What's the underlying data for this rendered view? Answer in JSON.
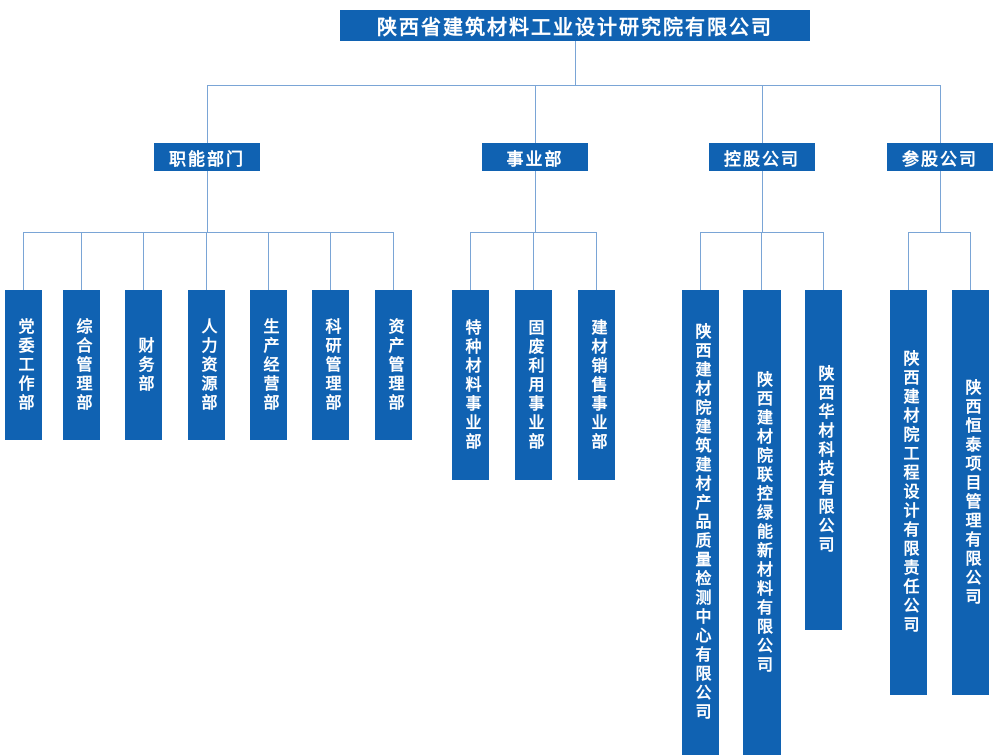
{
  "title": "陕西省建筑材料工业设计研究院有限公司",
  "colors": {
    "box_blue": "#1062b2",
    "line_blue": "#7aa5d6",
    "text": "#ffffff",
    "background": "#ffffff"
  },
  "groups": [
    {
      "label": "职能部门",
      "children": [
        "党委工作部",
        "综合管理部",
        "财务部",
        "人力资源部",
        "生产经营部",
        "科研管理部",
        "资产管理部"
      ]
    },
    {
      "label": "事业部",
      "children": [
        "特种材料事业部",
        "固废利用事业部",
        "建材销售事业部"
      ]
    },
    {
      "label": "控股公司",
      "children": [
        "陕西建材院建筑建材产品质量检测中心有限公司",
        "陕西建材院联控绿能新材料有限公司",
        "陕西华材科技有限公司"
      ]
    },
    {
      "label": "参股公司",
      "children": [
        "陕西建材院工程设计有限责任公司",
        "陕西恒泰项目管理有限公司"
      ]
    }
  ]
}
